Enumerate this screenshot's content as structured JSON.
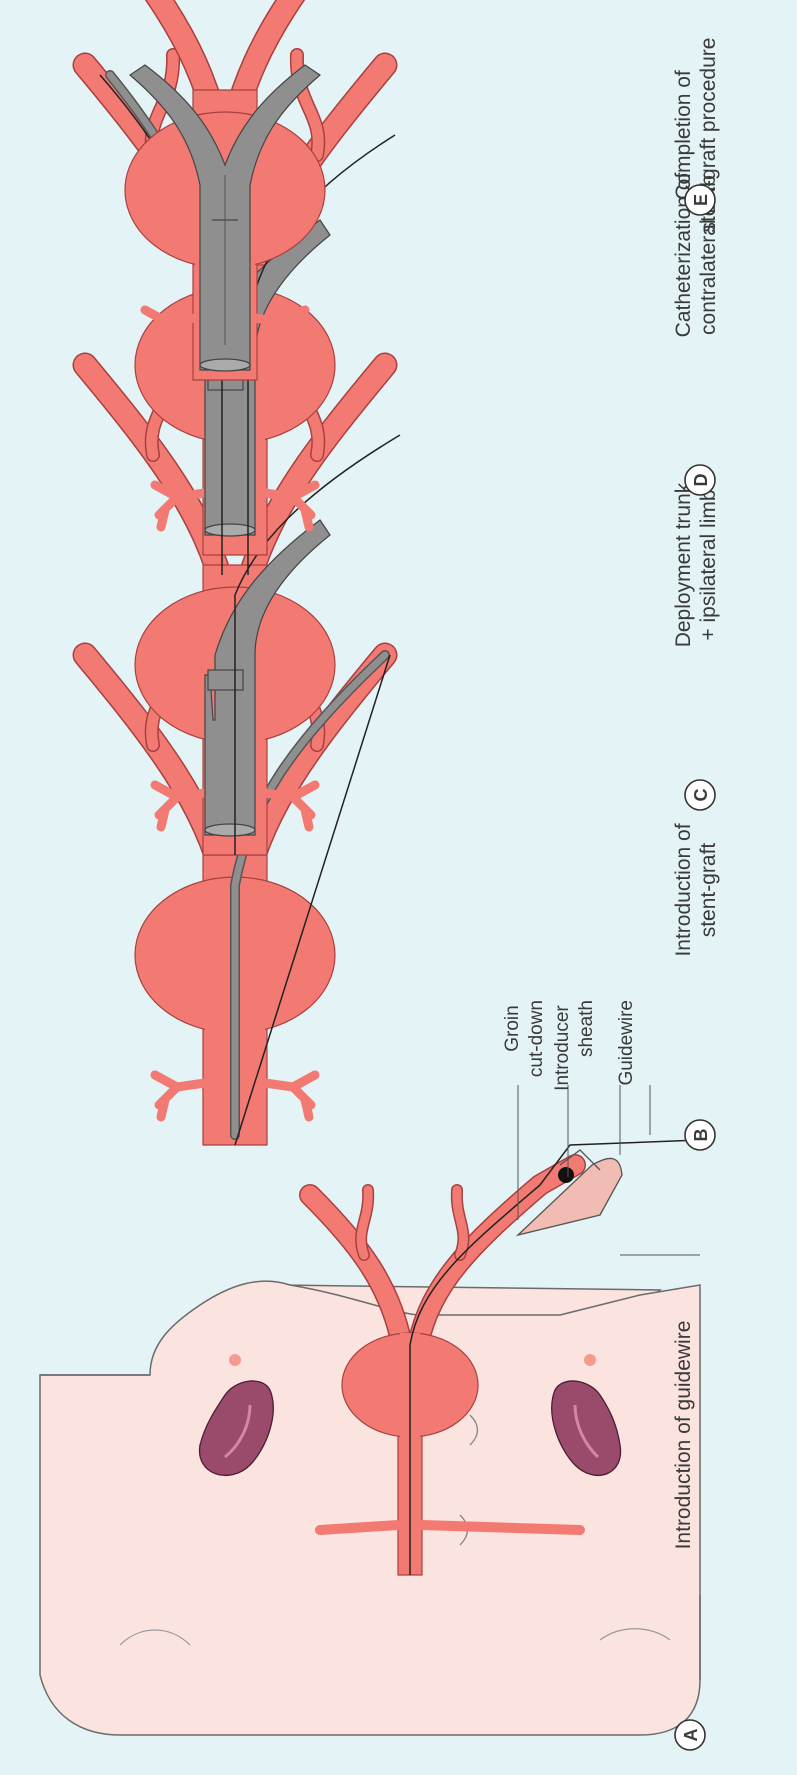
{
  "panels": [
    {
      "letter": "A",
      "caption": [
        "Introduction of guidewire"
      ]
    },
    {
      "letter": "B",
      "caption": [
        "Introduction of",
        "stent-graft"
      ]
    },
    {
      "letter": "C",
      "caption": [
        "Deployment trunk",
        "+ ipsilateral limb"
      ]
    },
    {
      "letter": "D",
      "caption": [
        "Catheterization of",
        "contralateral limb"
      ]
    },
    {
      "letter": "E",
      "caption": [
        "Completion of",
        "stent-graft procedure"
      ]
    }
  ],
  "labels": {
    "groin": [
      "Groin",
      "cut-down"
    ],
    "sheath": [
      "Introducer",
      "sheath"
    ],
    "guidewire": "Guidewire"
  },
  "colors": {
    "background": "#e4f3f5",
    "vessel": "#f27a72",
    "graft": "#8f8f8f",
    "skin": "#fbe3df",
    "kidney": "#9a4a6a"
  }
}
